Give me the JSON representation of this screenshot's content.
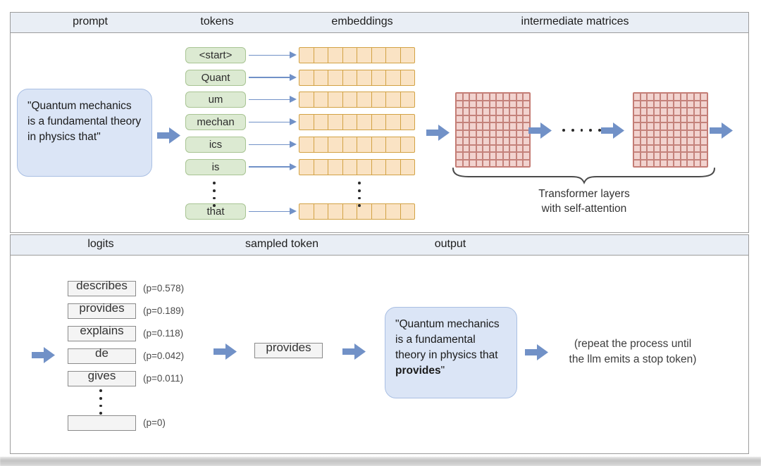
{
  "colors": {
    "arrow_blue": "#7191c7",
    "token_green_fill": "#dcead2",
    "token_green_border": "#a8c493",
    "embedding_orange_fill": "#fae3c4",
    "embedding_orange_border": "#d2a244",
    "matrix_pink_fill": "#f2d3cf",
    "matrix_pink_line": "#c3776f",
    "bubble_blue_fill": "#dbe5f6",
    "bubble_blue_border": "#a9bfe3",
    "header_strip": "#e9eef5",
    "panel_border": "#9c9c9c"
  },
  "top_panel": {
    "headers": [
      {
        "label": "prompt"
      },
      {
        "label": "tokens"
      },
      {
        "label": "embeddings"
      },
      {
        "label": "intermediate matrices"
      }
    ],
    "prompt_box": {
      "text": "\"Quantum mechanics is a fundamental theory in physics that\""
    },
    "tokens": [
      "<start>",
      "Quant",
      "um",
      "mechan",
      "ics",
      "is"
    ],
    "last_token": "that",
    "embedding_cells_per_row": 8,
    "matrix_grid": {
      "rows": 10,
      "cols": 11
    },
    "transformer_label": {
      "line1": "Transformer layers",
      "line2": "with self-attention"
    }
  },
  "bottom_panel": {
    "headers": [
      {
        "label": "logits"
      },
      {
        "label": "sampled token"
      },
      {
        "label": "output"
      }
    ],
    "logits": [
      {
        "word": "describes",
        "p": "(p=0.578)"
      },
      {
        "word": "provides",
        "p": "(p=0.189)"
      },
      {
        "word": "explains",
        "p": "(p=0.118)"
      },
      {
        "word": "de",
        "p": "(p=0.042)"
      },
      {
        "word": "gives",
        "p": "(p=0.011)"
      }
    ],
    "logit_empty": {
      "word": "",
      "p": "(p=0)"
    },
    "sampled_token": "provides",
    "output_box": {
      "prefix": "\"Quantum mechanics is a fundamental theory in physics that ",
      "bold": "provides",
      "suffix": "\""
    },
    "repeat_note": {
      "line1": "(repeat the process until",
      "line2": "the llm emits a stop token)"
    }
  }
}
